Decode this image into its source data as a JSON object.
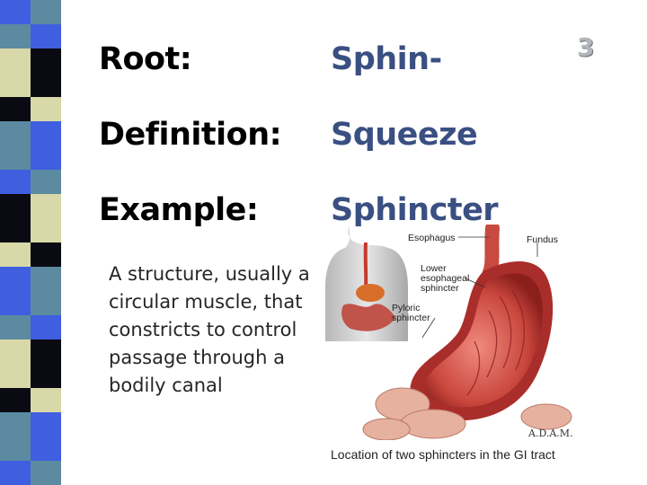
{
  "slide_number": "3",
  "rows": {
    "root": {
      "label": "Root:",
      "value": "Sphin-"
    },
    "definition": {
      "label": "Definition:",
      "value": "Squeeze"
    },
    "example": {
      "label": "Example:",
      "value": "Sphincter"
    }
  },
  "definition_text": "A structure, usually a circular muscle, that constricts to control passage through a bodily canal",
  "figure": {
    "labels": {
      "esophagus": "Esophagus",
      "fundus": "Fundus",
      "lower_line1": "Lower",
      "lower_line2": "esophageal",
      "lower_line3": "sphincter",
      "pyloric_line1": "Pyloric",
      "pyloric_line2": "sphincter"
    },
    "credit": "A.D.A.M.",
    "caption": "Location of two sphincters in the GI tract"
  },
  "colors": {
    "stripe_dark": "#0a0a12",
    "stripe_blue": "#3f5fe0",
    "stripe_light": "#d8d8a8",
    "stripe_teal": "#5c8aa0",
    "accent_text": "#3a4f82",
    "slide_number": "#b2b5ba"
  }
}
